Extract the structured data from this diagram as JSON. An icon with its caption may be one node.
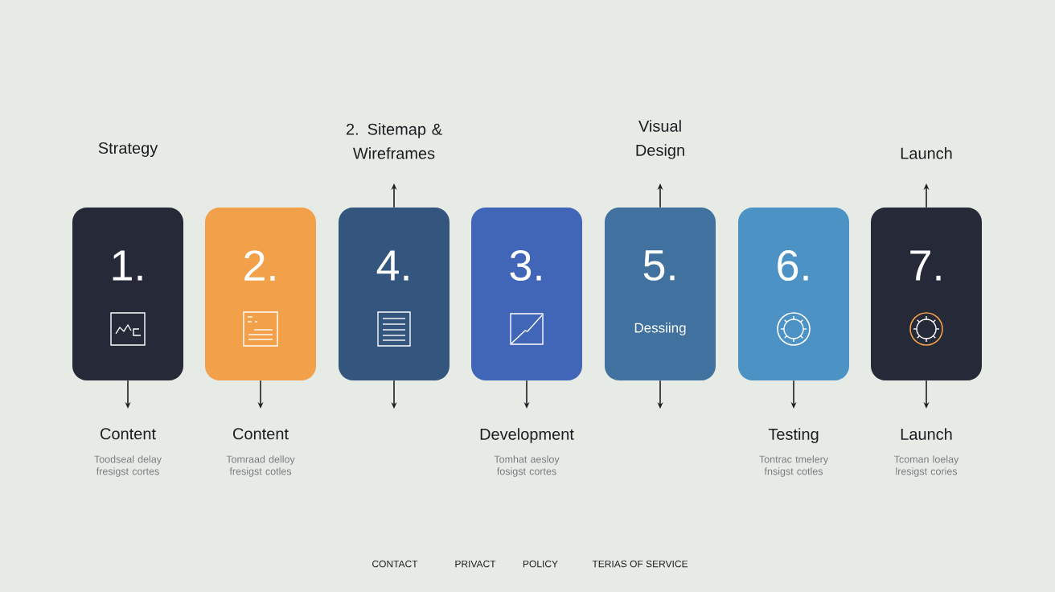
{
  "diagram": {
    "nodes": [
      {
        "text": [
          "2. Sitemap & Wireframes"
        ]
      },
      {
        "text": [
          "Visual Design"
        ]
      },
      {
        "text": [
          "Launch"
        ]
      },
      {
        "text": [
          "1."
        ]
      },
      {
        "text": [
          "2."
        ]
      },
      {
        "text": [
          "4."
        ]
      },
      {
        "text": [
          "3."
        ]
      },
      {
        "text": [
          "5.",
          "Dessiing"
        ]
      },
      {
        "text": [
          "6."
        ]
      },
      {
        "text": [
          "7."
        ]
      },
      {
        "text": [
          "Content"
        ],
        "beside": [
          "Toodseal delay fresigst cortes"
        ]
      },
      {
        "text": [
          "Content"
        ],
        "beside": [
          "Tomraad delloy fresigst cotles"
        ]
      },
      {
        "text": [
          "Development"
        ],
        "beside": [
          "Tomhat aesloy fosigst cortes"
        ]
      },
      {
        "text": [
          "Testing"
        ],
        "beside": [
          "Tontrac tmelery fnsigst cotles"
        ]
      },
      {
        "text": [
          "Launch"
        ],
        "beside": [
          "Tcoman loelay lresigst cories"
        ]
      }
    ],
    "edges": [
      {
        "from": 5,
        "to": 0,
        "arrow": "to"
      },
      {
        "from": 7,
        "to": 1,
        "arrow": "to"
      },
      {
        "from": 9,
        "to": 2,
        "arrow": "to"
      },
      {
        "from": 3,
        "to": 10,
        "arrow": "to"
      },
      {
        "from": 4,
        "to": 11,
        "arrow": "to"
      },
      {
        "from": 5,
        "to": null,
        "arrow": "to"
      },
      {
        "from": 6,
        "to": 12,
        "arrow": "to"
      },
      {
        "from": 7,
        "to": null,
        "arrow": "to"
      },
      {
        "from": 8,
        "to": 13,
        "arrow": "to"
      },
      {
        "from": 9,
        "to": 14,
        "arrow": "to"
      }
    ],
    "labels": [
      "Strategy",
      "CONTACT",
      "PRIVACT",
      "POLICY",
      "TERIAS OF SERVICE"
    ]
  }
}
